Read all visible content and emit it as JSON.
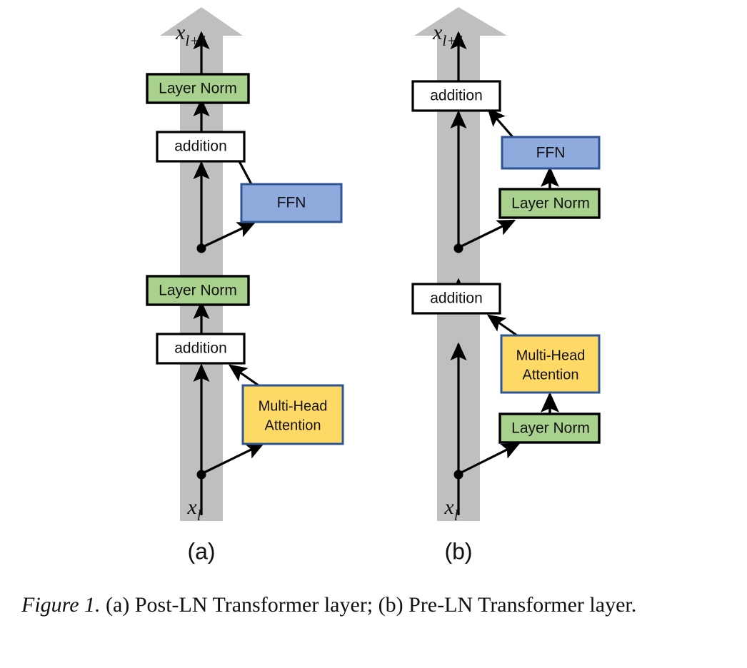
{
  "figure": {
    "caption_prefix": "Figure 1.",
    "caption_text": " (a) Post-LN Transformer layer; (b) Pre-LN Transformer layer."
  },
  "colors": {
    "layer_norm_fill": "#a9d18e",
    "layer_norm_stroke": "#000000",
    "ffn_fill": "#8faadc",
    "ffn_stroke": "#2e5496",
    "attention_fill": "#ffd966",
    "attention_stroke": "#2e5496",
    "addition_fill": "#ffffff",
    "addition_stroke": "#000000",
    "backbone_gray": "#bfbfbf",
    "arrow_black": "#000000",
    "text": "#111111"
  },
  "panels": [
    {
      "id": "post-ln",
      "label": "(a)",
      "input_var": "x",
      "input_sub": "l",
      "output_var": "x",
      "output_sub": "l+1",
      "blocks": [
        {
          "name": "layer-norm-top",
          "label": "Layer Norm",
          "type": "layer-norm"
        },
        {
          "name": "addition-top",
          "label": "addition",
          "type": "addition"
        },
        {
          "name": "ffn",
          "label": "FFN",
          "type": "ffn"
        },
        {
          "name": "layer-norm-bottom",
          "label": "Layer Norm",
          "type": "layer-norm"
        },
        {
          "name": "addition-bottom",
          "label": "addition",
          "type": "addition"
        },
        {
          "name": "multi-head-attention",
          "label": "Multi-Head Attention",
          "label_line1": "Multi-Head",
          "label_line2": "Attention",
          "type": "attention"
        }
      ]
    },
    {
      "id": "pre-ln",
      "label": "(b)",
      "input_var": "x",
      "input_sub": "l",
      "output_var": "x",
      "output_sub": "l+1",
      "blocks": [
        {
          "name": "addition-top",
          "label": "addition",
          "type": "addition"
        },
        {
          "name": "ffn",
          "label": "FFN",
          "type": "ffn"
        },
        {
          "name": "layer-norm-ffn",
          "label": "Layer Norm",
          "type": "layer-norm"
        },
        {
          "name": "addition-bottom",
          "label": "addition",
          "type": "addition"
        },
        {
          "name": "multi-head-attention",
          "label": "Multi-Head Attention",
          "label_line1": "Multi-Head",
          "label_line2": "Attention",
          "type": "attention"
        },
        {
          "name": "layer-norm-attention",
          "label": "Layer Norm",
          "type": "layer-norm"
        }
      ]
    }
  ]
}
